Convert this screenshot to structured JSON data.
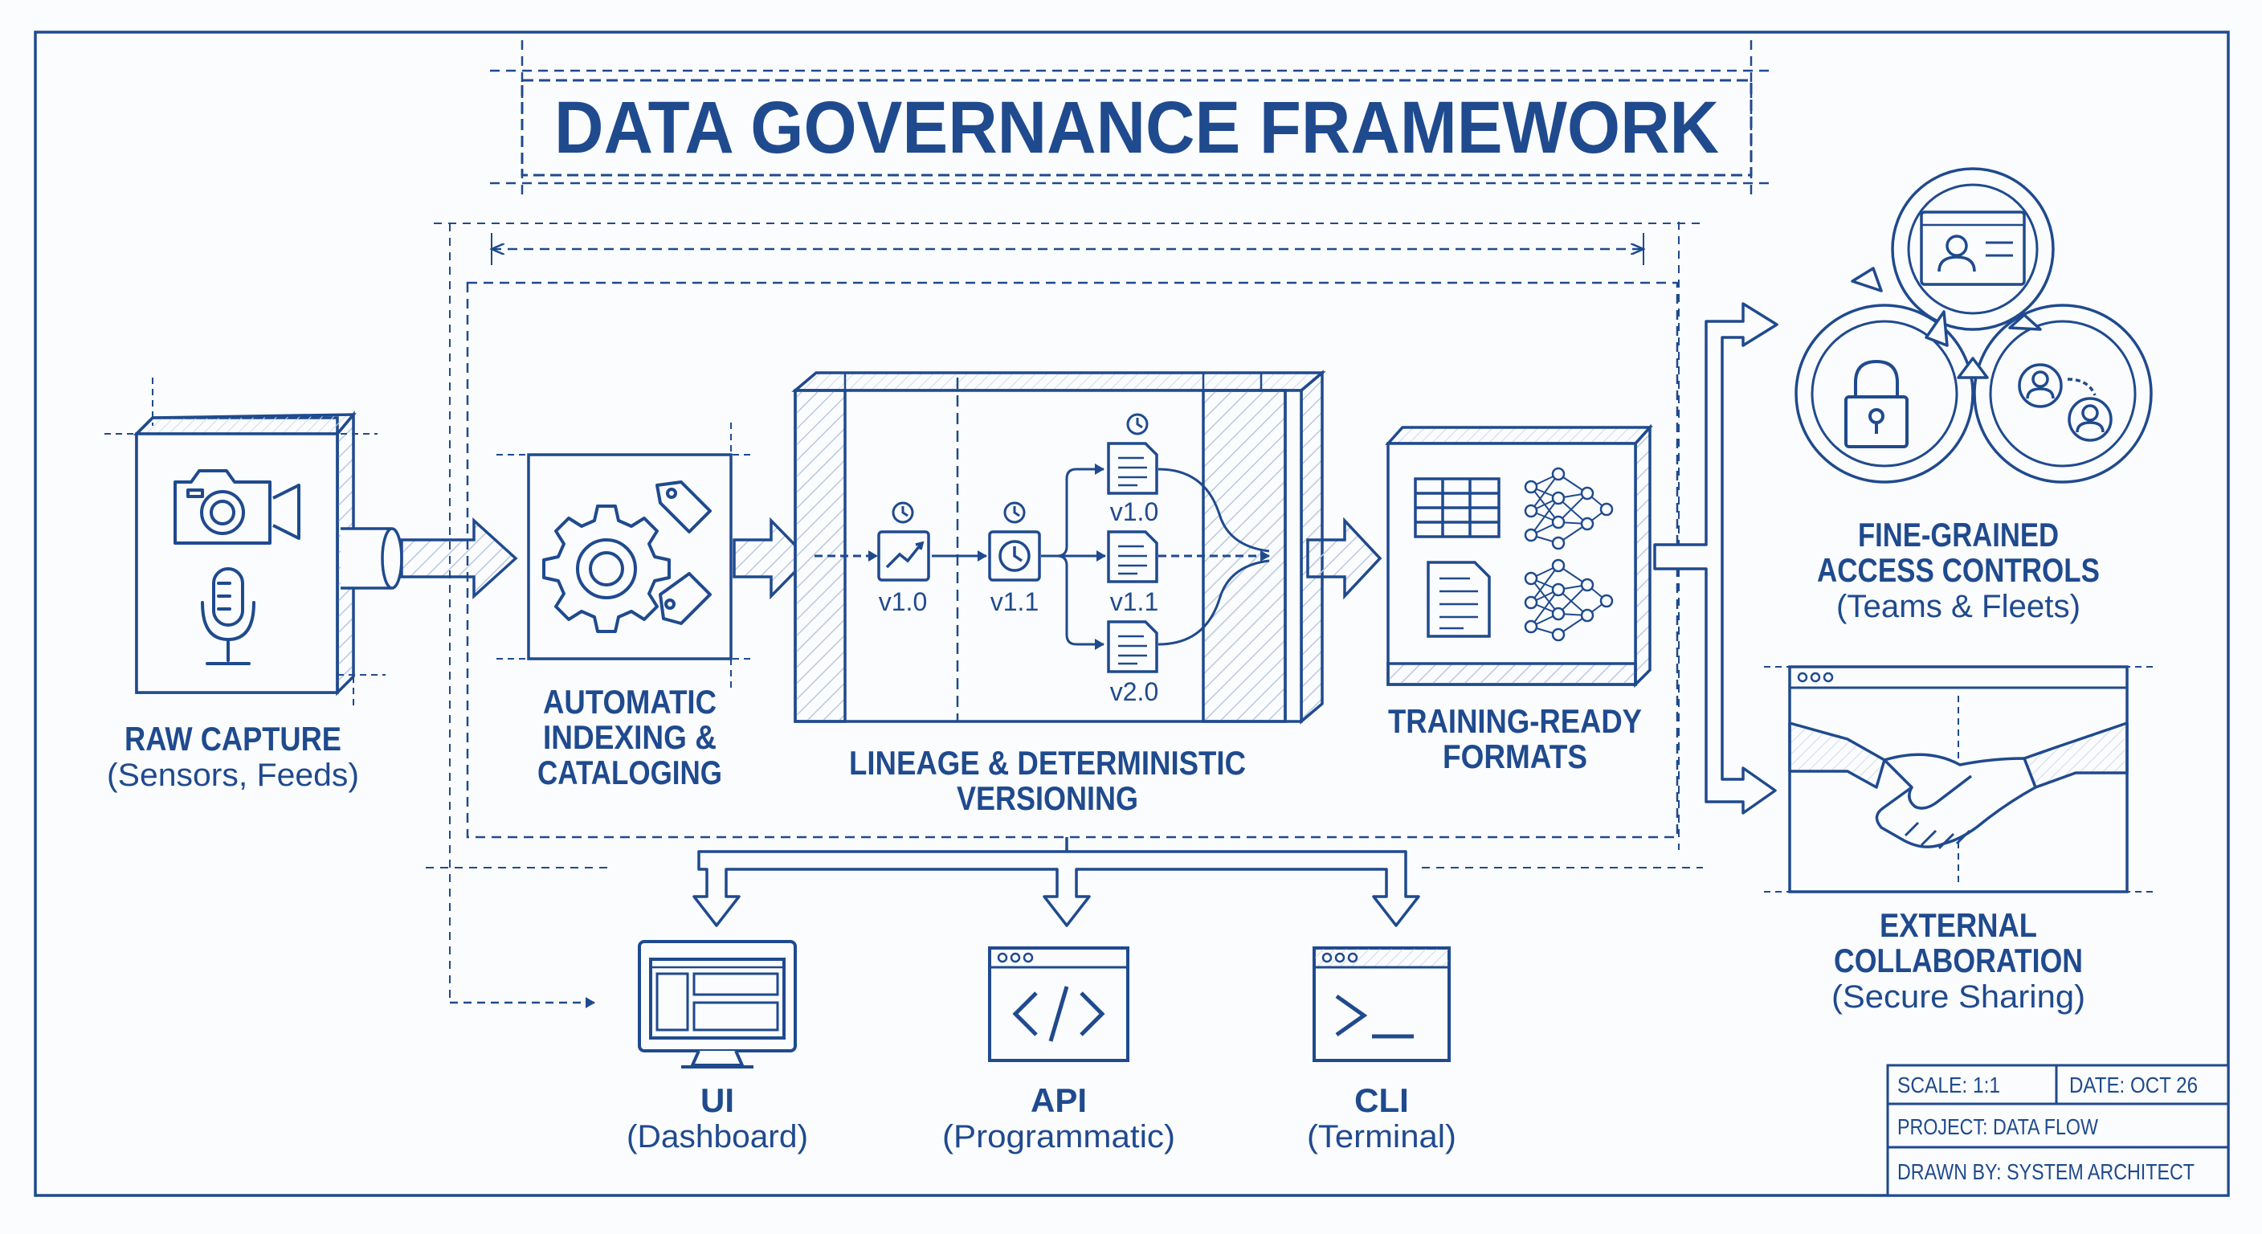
{
  "title": "DATA GOVERNANCE FRAMEWORK",
  "colors": {
    "ink": "#1f4a8e",
    "paper": "#fbfcfd",
    "hatch": "#c9d6e8"
  },
  "stages": {
    "raw_capture": {
      "title": "RAW CAPTURE",
      "subtitle": "(Sensors, Feeds)"
    },
    "indexing": {
      "line1": "AUTOMATIC",
      "line2": "INDEXING &",
      "line3": "CATALOGING"
    },
    "lineage": {
      "line1": "LINEAGE & DETERMINISTIC",
      "line2": "VERSIONING"
    },
    "training": {
      "line1": "TRAINING-READY",
      "line2": "FORMATS"
    },
    "access": {
      "line1": "FINE-GRAINED",
      "line2": "ACCESS CONTROLS",
      "subtitle": "(Teams & Fleets)"
    },
    "external": {
      "line1": "EXTERNAL",
      "line2": "COLLABORATION",
      "subtitle": "(Secure Sharing)"
    }
  },
  "versions": {
    "main_1": "v1.0",
    "main_2": "v1.1",
    "branch_1": "v1.0",
    "branch_2": "v1.1",
    "branch_3": "v2.0"
  },
  "interfaces": {
    "ui": {
      "title": "UI",
      "subtitle": "(Dashboard)"
    },
    "api": {
      "title": "API",
      "subtitle": "(Programmatic)"
    },
    "cli": {
      "title": "CLI",
      "subtitle": "(Terminal)"
    }
  },
  "title_block": {
    "scale": "SCALE: 1:1",
    "date": "DATE: OCT 26",
    "project": "PROJECT: DATA FLOW",
    "drawn_by": "DRAWN BY: SYSTEM ARCHITECT"
  },
  "icons": [
    "camera-icon",
    "microphone-icon",
    "gear-icon",
    "tag-icon",
    "clock-icon",
    "document-icon",
    "table-icon",
    "neural-network-icon",
    "lock-icon",
    "users-icon",
    "profile-card-icon",
    "handshake-icon",
    "monitor-icon",
    "code-icon",
    "terminal-icon"
  ]
}
